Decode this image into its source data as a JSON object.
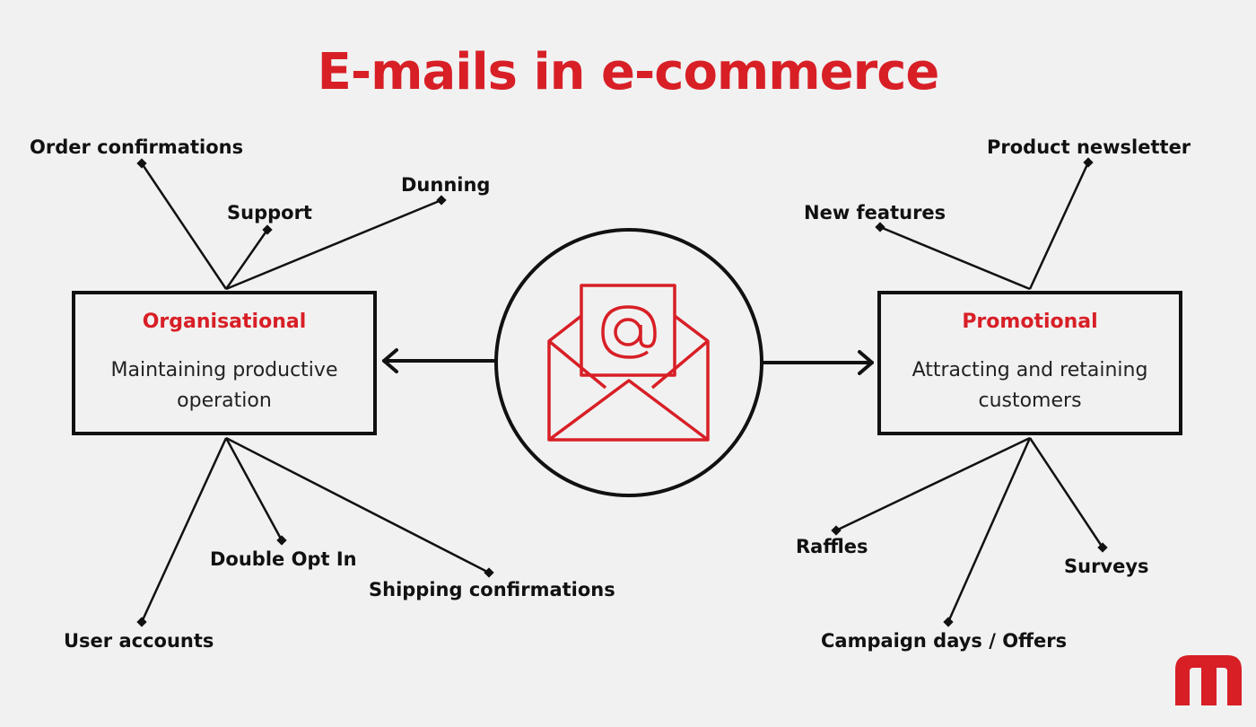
{
  "title": "E-mails in e-commerce",
  "colors": {
    "accent": "#d81f26",
    "ink": "#111111",
    "background": "#f1f1f1"
  },
  "organisational": {
    "title": "Organisational",
    "description": "Maintaining productive operation",
    "items": {
      "order_confirmations": "Order confirmations",
      "support": "Support",
      "dunning": "Dunning",
      "user_accounts": "User accounts",
      "double_opt_in": "Double Opt In",
      "shipping_confirmations": "Shipping confirmations"
    }
  },
  "promotional": {
    "title": "Promotional",
    "description": "Attracting and retaining customers",
    "items": {
      "product_newsletter": "Product newsletter",
      "new_features": "New features",
      "raffles": "Raffles",
      "surveys": "Surveys",
      "campaign_days": "Campaign days / Offers"
    }
  },
  "icons": {
    "center": "email-envelope-at-icon",
    "logo": "brand-m-logo"
  }
}
